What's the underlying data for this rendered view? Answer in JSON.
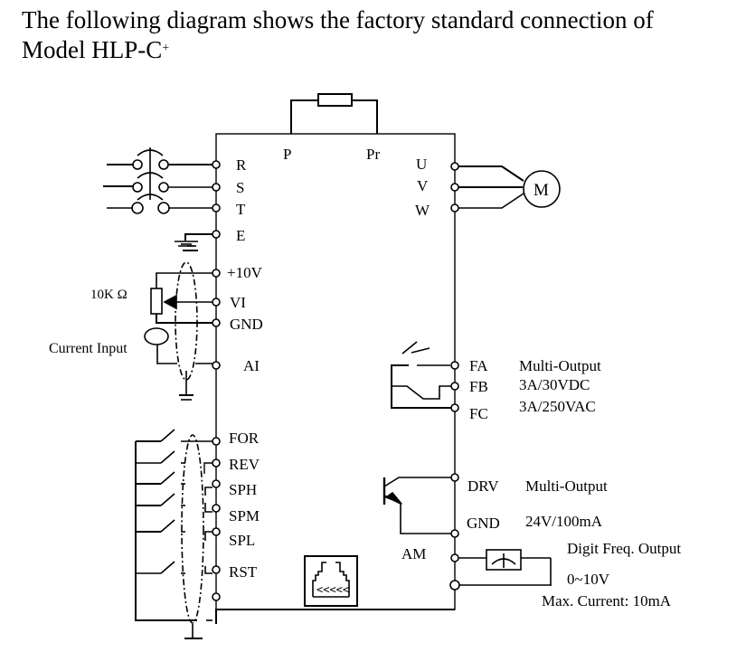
{
  "heading": {
    "line1": "The following diagram shows the factory standard connection of",
    "line2": "Model HLP-C",
    "superscript": "+"
  },
  "diagram": {
    "inverter": {
      "dc_terminals": [
        "P",
        "Pr"
      ],
      "power_input_terminals": [
        "R",
        "S",
        "T",
        "E"
      ],
      "motor_terminals": [
        "U",
        "V",
        "W"
      ],
      "motor_label": "M",
      "analog_terminals": [
        "+10V",
        "VI",
        "GND",
        "AI"
      ],
      "digital_input_terminals": [
        "FOR",
        "REV",
        "SPH",
        "SPM",
        "SPL",
        "RST"
      ],
      "relay_terminals": [
        "FA",
        "FB",
        "FC"
      ],
      "open_collector_terminals": [
        "DRV",
        "GND"
      ],
      "analog_output_terminal": "AM"
    },
    "annotations": {
      "potentiometer": "10K Ω",
      "current_input": "Current Input",
      "relay_line1": "Multi-Output",
      "relay_line2": "3A/30VDC",
      "relay_line3": "3A/250VAC",
      "oc_line1": "Multi-Output",
      "oc_line2": "24V/100mA",
      "am_line1": "Digit Freq. Output",
      "am_line2": "0~10V",
      "am_line3": "Max. Current: 10mA"
    },
    "icons": {
      "rj45_port": "rj45-port-icon",
      "meter": "analog-meter-icon",
      "ground": "ground-icon",
      "motor": "motor-icon",
      "breaker": "circuit-breaker-icon",
      "brake_resistor": "resistor-icon",
      "transistor": "transistor-icon",
      "relay": "relay-contact-icon"
    }
  }
}
